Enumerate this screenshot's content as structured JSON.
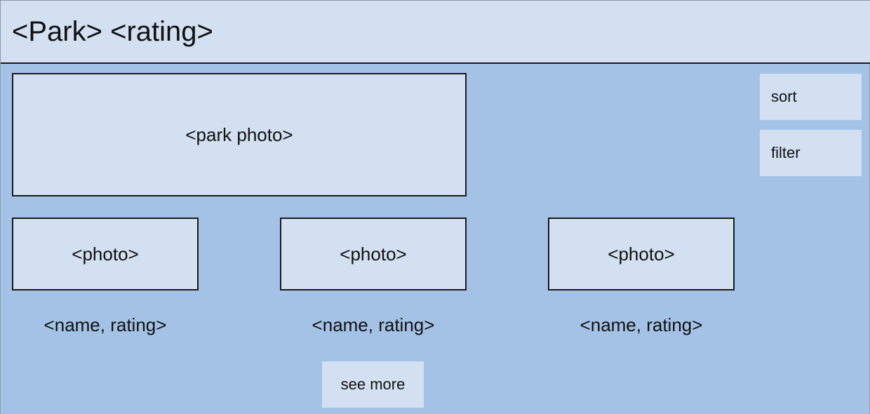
{
  "header": {
    "title": "<Park> <rating>"
  },
  "main": {
    "hero_photo": "<park photo>",
    "cards": [
      {
        "photo": "<photo>",
        "caption": "<name, rating>"
      },
      {
        "photo": "<photo>",
        "caption": "<name, rating>"
      },
      {
        "photo": "<photo>",
        "caption": "<name, rating>"
      }
    ],
    "see_more_label": "see more"
  },
  "sidebar": {
    "sort_label": "sort",
    "filter_label": "filter"
  },
  "colors": {
    "page_background": "#a4c2e6",
    "panel_background": "#d3e0f1",
    "border": "#1a1a1a"
  }
}
